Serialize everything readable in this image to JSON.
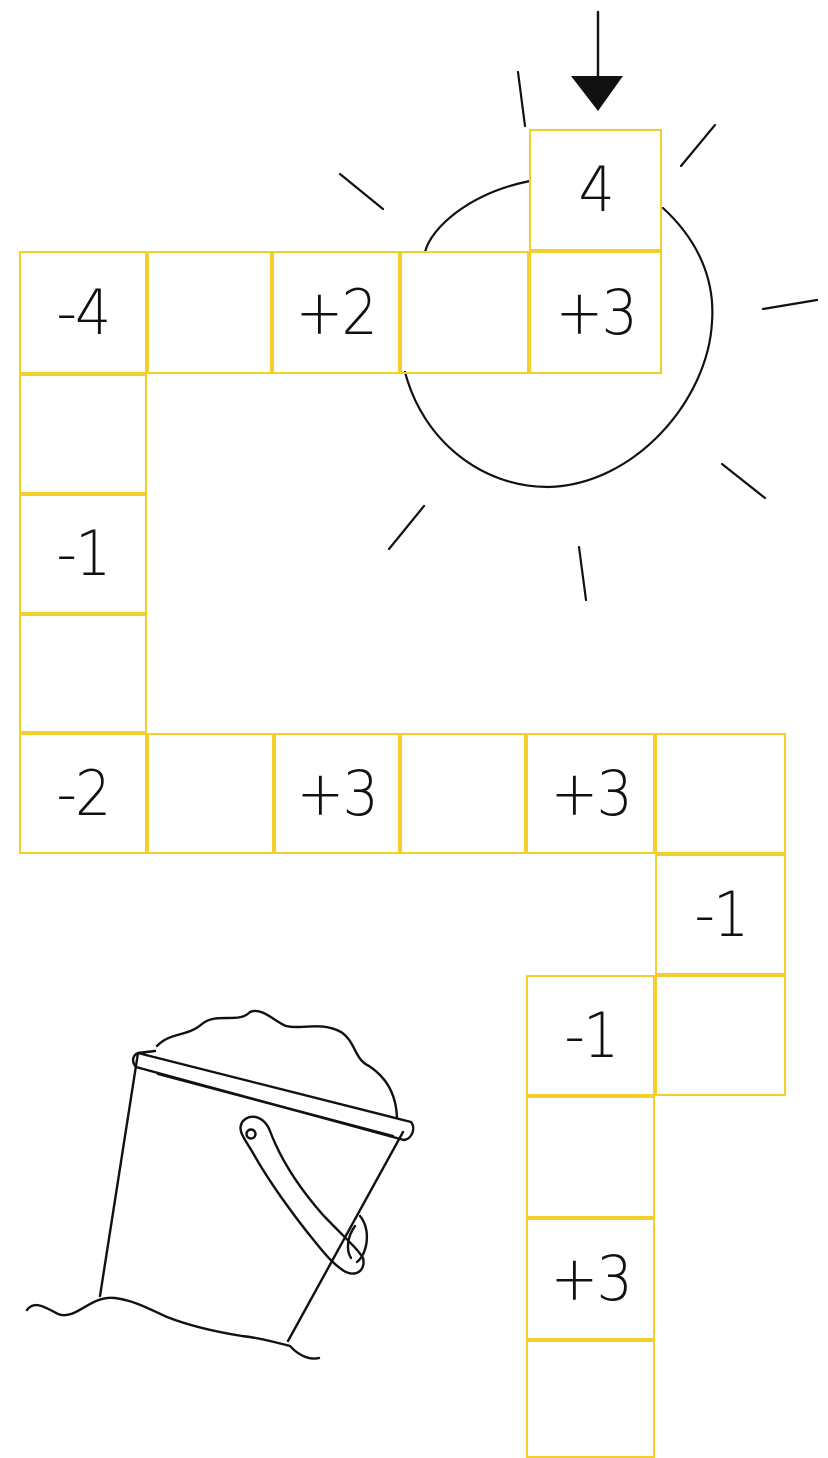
{
  "puzzle": {
    "start_value": "4",
    "cells": [
      {
        "id": "start",
        "label": "4",
        "interactable": false
      },
      {
        "id": "row1-col5",
        "label": "+3",
        "interactable": false
      },
      {
        "id": "row1-col4",
        "label": "",
        "interactable": true
      },
      {
        "id": "row1-col3",
        "label": "+2",
        "interactable": false
      },
      {
        "id": "row1-col2",
        "label": "",
        "interactable": true
      },
      {
        "id": "row1-col1",
        "label": "-4",
        "interactable": false
      },
      {
        "id": "left-1",
        "label": "",
        "interactable": true
      },
      {
        "id": "left-2",
        "label": "-1",
        "interactable": false
      },
      {
        "id": "left-3",
        "label": "",
        "interactable": true
      },
      {
        "id": "row2-col1",
        "label": "-2",
        "interactable": false
      },
      {
        "id": "row2-col2",
        "label": "",
        "interactable": true
      },
      {
        "id": "row2-col3",
        "label": "+3",
        "interactable": false
      },
      {
        "id": "row2-col4",
        "label": "",
        "interactable": true
      },
      {
        "id": "row2-col5",
        "label": "+3",
        "interactable": false
      },
      {
        "id": "row2-col6",
        "label": "",
        "interactable": true
      },
      {
        "id": "right-1",
        "label": "-1",
        "interactable": false
      },
      {
        "id": "right-2",
        "label": "",
        "interactable": true
      },
      {
        "id": "bottom-1",
        "label": "-1",
        "interactable": false
      },
      {
        "id": "bottom-2",
        "label": "",
        "interactable": true
      },
      {
        "id": "bottom-3",
        "label": "+3",
        "interactable": false
      },
      {
        "id": "bottom-4",
        "label": "",
        "interactable": true
      }
    ]
  },
  "decorations": {
    "sun": "sun-illustration",
    "bucket": "sand-bucket-illustration",
    "arrow": "start-arrow-icon"
  },
  "colors": {
    "grid": "#f3cf2a",
    "ink": "#111111",
    "background": "#ffffff"
  }
}
